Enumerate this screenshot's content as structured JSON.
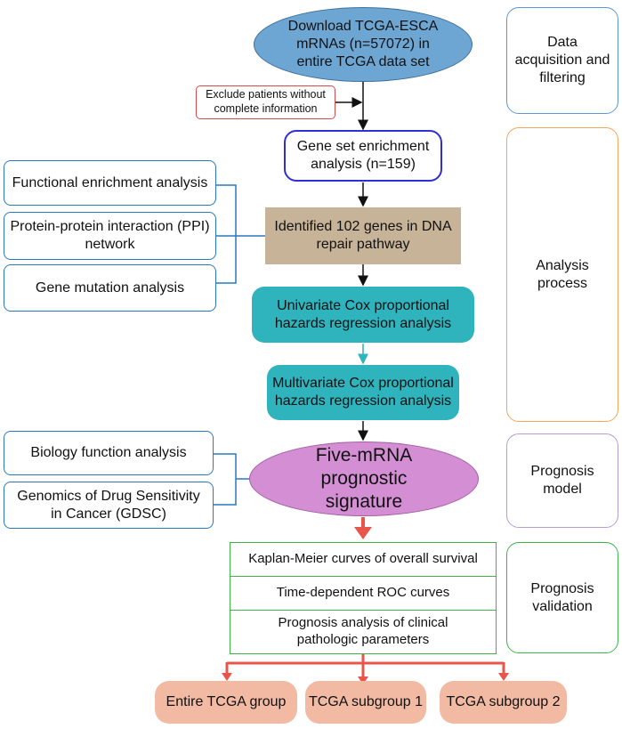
{
  "colors": {
    "blue_line": "#2a78bf",
    "side_blue": "#5b97d1",
    "side_orange": "#f5a65b",
    "side_purple": "#b99bd6",
    "side_green": "#3fb24a",
    "ellipse_top": "#6ea6d3",
    "tan": "#c7b397",
    "teal": "#2fb3bd",
    "purple_ellipse": "#d48ed4",
    "red_arrow": "#e8564b",
    "salmon": "#f2b9a3",
    "exclude_border": "#d84a4a"
  },
  "flow": {
    "download": "Download TCGA-ESCA mRNAs (n=57072) in entire TCGA data set",
    "exclude": "Exclude patients without complete information",
    "gsea": "Gene set enrichment analysis (n=159)",
    "identified": "Identified 102 genes in DNA repair pathway",
    "univariate": "Univariate Cox proportional hazards regression analysis",
    "multivariate": "Multivariate Cox proportional hazards regression analysis",
    "signature": "Five-mRNA prognostic signature"
  },
  "left": {
    "functional": "Functional enrichment analysis",
    "ppi": "Protein-protein interaction (PPI) network",
    "mutation": "Gene mutation analysis",
    "biology": "Biology function analysis",
    "gdsc": "Genomics of Drug Sensitivity in Cancer (GDSC)"
  },
  "validation": {
    "km": "Kaplan-Meier curves of overall survival",
    "roc": "Time-dependent ROC curves",
    "clinical": "Prognosis analysis of clinical pathologic parameters"
  },
  "groups": {
    "entire": "Entire TCGA group",
    "sub1": "TCGA subgroup 1",
    "sub2": "TCGA subgroup 2"
  },
  "stages": {
    "acquisition": "Data acquisition and filtering",
    "analysis": "Analysis process",
    "model": "Prognosis model",
    "validation": "Prognosis validation"
  }
}
